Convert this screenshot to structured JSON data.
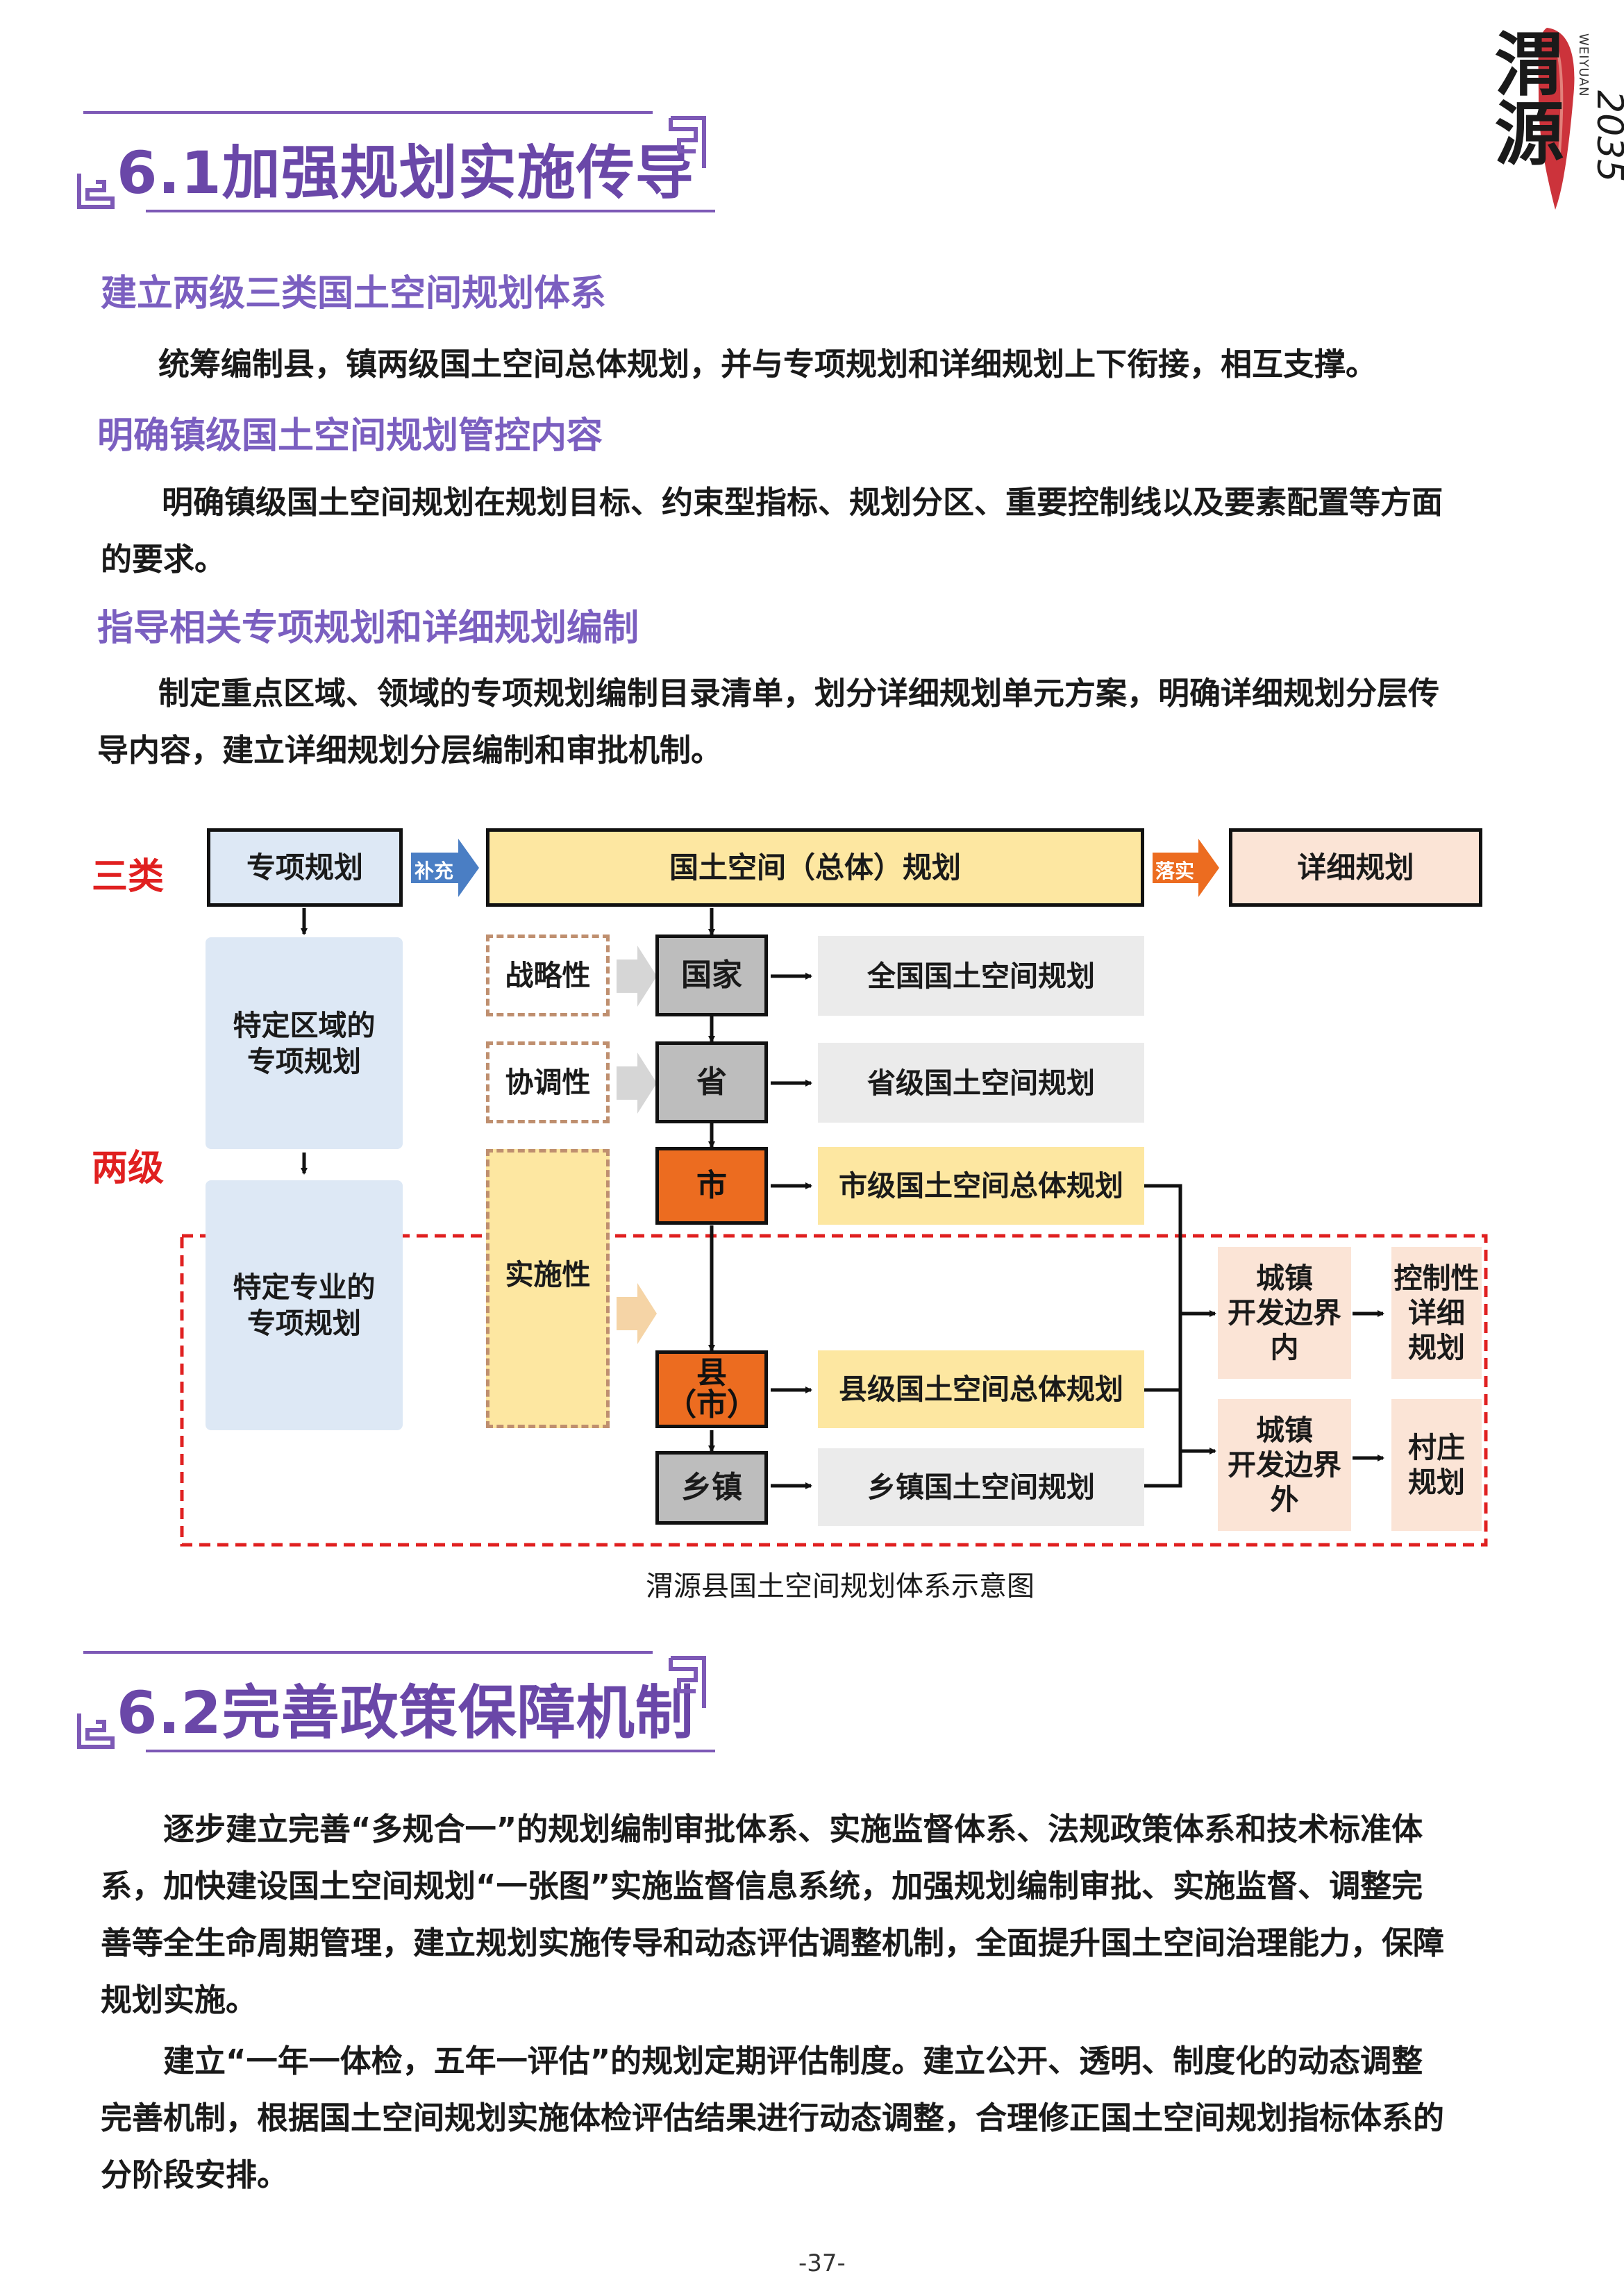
{
  "logo": {
    "name": "渭源",
    "subtitle": "WEIYUAN",
    "year": "2035"
  },
  "section1": {
    "title": "6.1加强规划实施传导",
    "items": [
      {
        "heading": "建立两级三类国土空间规划体系",
        "lines": [
          "统筹编制县，镇两级国土空间总体规划，并与专项规划和详细规划上下衔接，相互支撑。"
        ]
      },
      {
        "heading": "明确镇级国土空间规划管控内容",
        "lines": [
          "明确镇级国土空间规划在规划目标、约束型指标、规划分区、重要控制线以及要素配置等方面",
          "的要求。"
        ]
      },
      {
        "heading": "指导相关专项规划和详细规划编制",
        "lines": [
          "制定重点区域、领域的专项规划编制目录清单，划分详细规划单元方案，明确详细规划分层传",
          "导内容，建立详细规划分层编制和审批机制。"
        ]
      }
    ]
  },
  "diagram": {
    "label_sanlei": "三类",
    "label_liangji": "两级",
    "top": {
      "special": "专项规划",
      "supplement": "补充",
      "master": "国土空间（总体）规划",
      "implement": "落实",
      "detailed": "详细规划"
    },
    "special_area": [
      "特定区域的",
      "专项规划"
    ],
    "special_field": [
      "特定专业的",
      "专项规划"
    ],
    "nature": {
      "strategic": "战略性",
      "coordinate": "协调性",
      "implement": "实施性"
    },
    "levels": {
      "nation": "国家",
      "province": "省",
      "city": "市",
      "county": [
        "县",
        "（市）"
      ],
      "town": "乡镇"
    },
    "plans": {
      "nation": "全国国土空间规划",
      "province": "省级国土空间规划",
      "city": "市级国土空间总体规划",
      "county": "县级国土空间总体规划",
      "town": "乡镇国土空间规划"
    },
    "inside": [
      "城镇",
      "开发边界",
      "内"
    ],
    "outside": [
      "城镇",
      "开发边界",
      "外"
    ],
    "control_detail": [
      "控制性",
      "详细",
      "规划"
    ],
    "village": [
      "村庄",
      "规划"
    ],
    "caption": "渭源县国土空间规划体系示意图",
    "colors": {
      "red": "#e02020",
      "orange": "#ec6c20",
      "yellow": "#fde7a1",
      "blue": "#dde8f5",
      "gray": "#bdbdbd",
      "peach": "#fbe4d6"
    }
  },
  "section2": {
    "title": "6.2完善政策保障机制",
    "paragraphs": [
      [
        "逐步建立完善“多规合一”的规划编制审批体系、实施监督体系、法规政策体系和技术标准体",
        "系，加快建设国土空间规划“一张图”实施监督信息系统，加强规划编制审批、实施监督、调整完",
        "善等全生命周期管理，建立规划实施传导和动态评估调整机制，全面提升国土空间治理能力，保障",
        "规划实施。"
      ],
      [
        "建立“一年一体检，五年一评估”的规划定期评估制度。建立公开、透明、制度化的动态调整",
        "完善机制，根据国土空间规划实施体检评估结果进行动态调整，合理修正国土空间规划指标体系的",
        "分阶段安排。"
      ]
    ]
  },
  "page_number": "-37-"
}
